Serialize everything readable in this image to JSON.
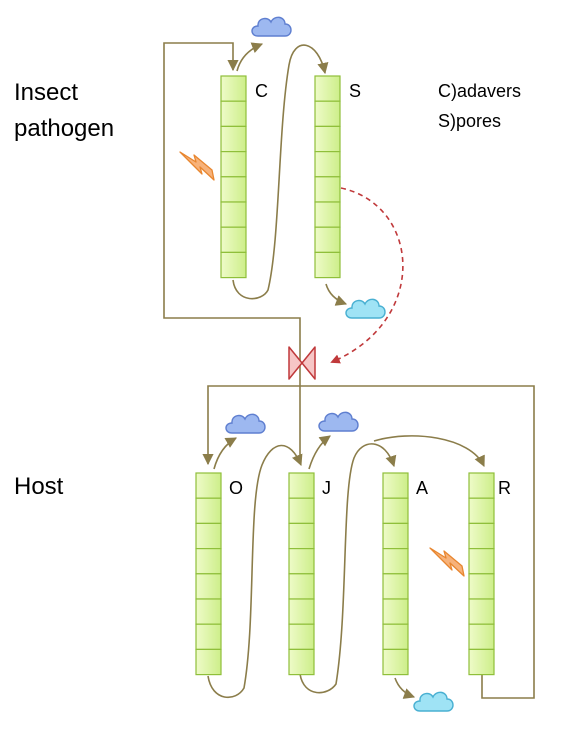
{
  "sections": {
    "pathogen_line1": "Insect",
    "pathogen_line2": "pathogen",
    "host": "Host"
  },
  "legend": {
    "line1": "C)adavers",
    "line2": "S)pores"
  },
  "stages": {
    "pathogen": [
      "C",
      "S"
    ],
    "host": [
      "O",
      "J",
      "A",
      "R"
    ]
  },
  "colors": {
    "cell_fill": "#ddf5a6",
    "cell_stroke": "#8fbf3a",
    "flow": "#8b7d4a",
    "dashed": "#c0393b",
    "valve_fill": "#f6c6c6",
    "valve_stroke": "#c0393b",
    "cloud_blue": "#9db8f0",
    "cloud_cyan": "#9fe3f5",
    "lightning": "#f5a860"
  },
  "icons": [
    "cloud-icon",
    "lightning-icon",
    "valve-icon"
  ]
}
